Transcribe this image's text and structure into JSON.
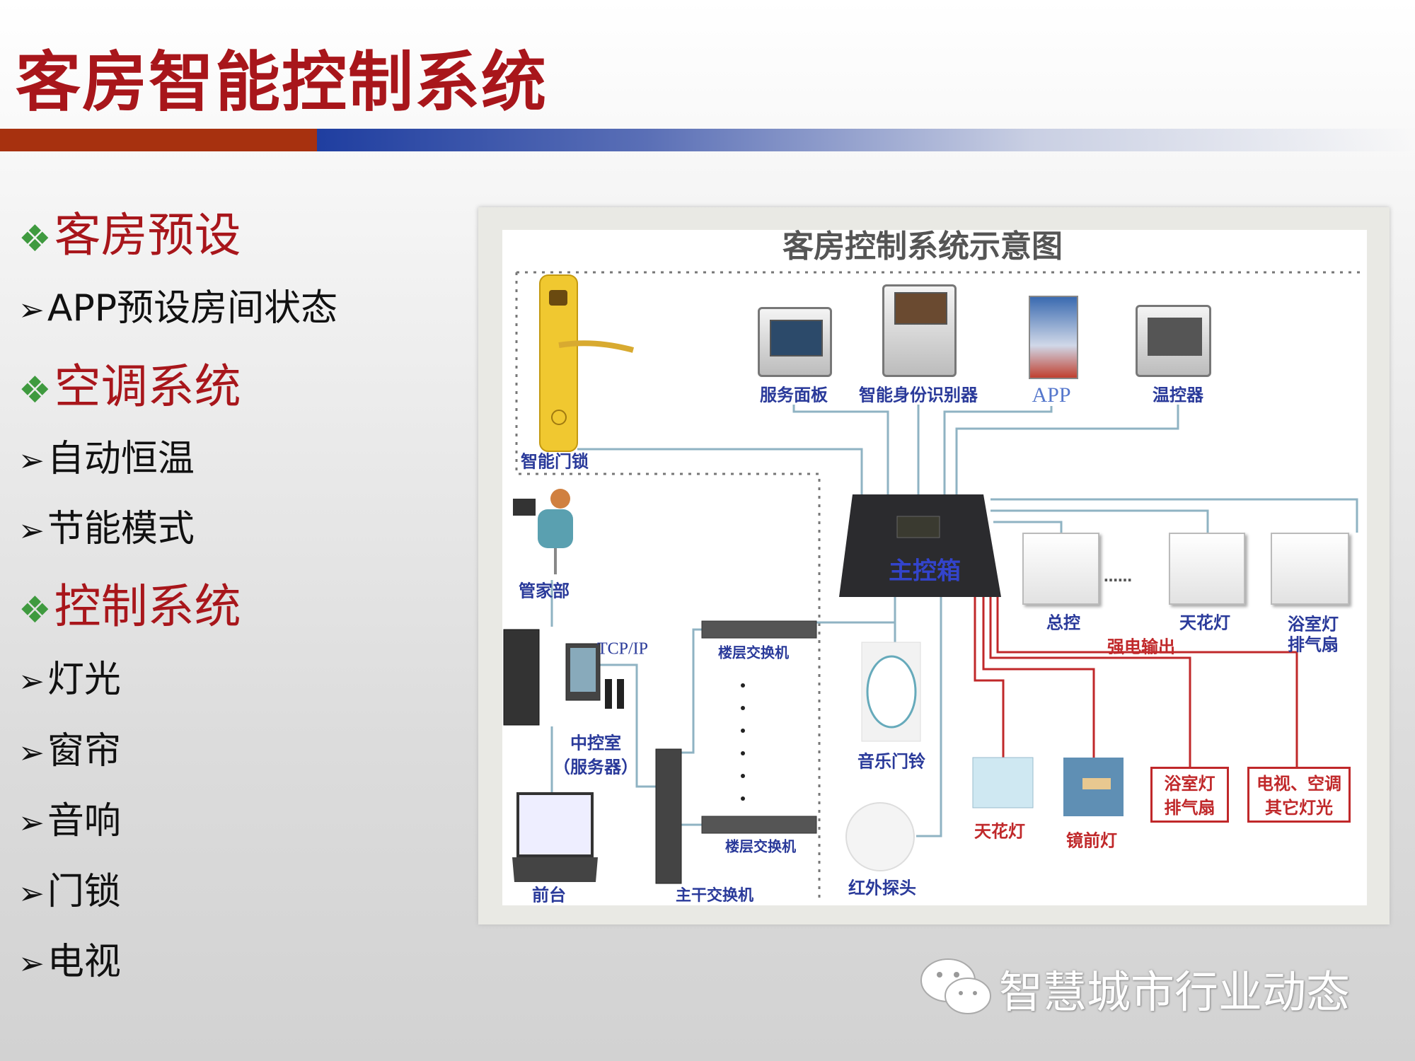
{
  "title": "客房智能控制系统",
  "bullets": [
    {
      "type": "heading",
      "text": "客房预设"
    },
    {
      "type": "item",
      "text": "APP预设房间状态"
    },
    {
      "type": "heading",
      "text": "空调系统"
    },
    {
      "type": "item",
      "text": "自动恒温"
    },
    {
      "type": "item",
      "text": "节能模式"
    },
    {
      "type": "heading",
      "text": "控制系统"
    },
    {
      "type": "item",
      "text": "灯光"
    },
    {
      "type": "item",
      "text": "窗帘"
    },
    {
      "type": "item",
      "text": "音响"
    },
    {
      "type": "item",
      "text": "门锁"
    },
    {
      "type": "item",
      "text": "电视"
    }
  ],
  "symbols": {
    "diamond": "❖",
    "arrow": "➢"
  },
  "diagram": {
    "title": "客房控制系统示意图",
    "labels": {
      "service_panel": "服务面板",
      "id_reader": "智能身份识别器",
      "app": "APP",
      "thermostat": "温控器",
      "door_lock": "智能门锁",
      "housekeeping": "管家部",
      "tcpip": "TCP/IP",
      "floor_switch_1": "楼层交换机",
      "control_room": "中控室",
      "server": "（服务器）",
      "main_box": "主控箱",
      "master_switch": "总控",
      "ceiling_light_switch": "天花灯",
      "bath_switch_1": "浴室灯",
      "bath_switch_2": "排气扇",
      "power_output": "强电输出",
      "music_doorbell": "音乐门铃",
      "ceiling_light": "天花灯",
      "mirror_light": "镜前灯",
      "bath_box_1": "浴室灯",
      "bath_box_2": "排气扇",
      "tv_box_1": "电视、空调",
      "tv_box_2": "其它灯光",
      "floor_switch_2": "楼层交换机",
      "ir_sensor": "红外探头",
      "front_desk": "前台",
      "trunk_switch": "主干交换机",
      "dots": "……"
    }
  },
  "watermark": "智慧城市行业动态",
  "colors": {
    "title": "#a8161b",
    "diamond": "#3f9a3f",
    "bar_red": "#a7310f",
    "bar_blue": "#1f3ea0",
    "line": "#8fb3c3",
    "power_line": "#c0282a",
    "label": "#2a3a9a"
  }
}
